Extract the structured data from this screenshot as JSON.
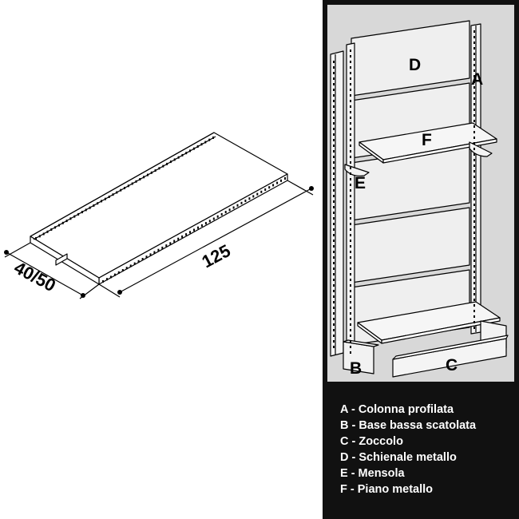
{
  "shelf": {
    "length_label": "125",
    "depth_label": "40/50"
  },
  "unit": {
    "label_a": "A",
    "label_b": "B",
    "label_c": "C",
    "label_d": "D",
    "label_e": "E",
    "label_f": "F"
  },
  "legend": [
    "A - Colonna profilata",
    "B - Base bassa scatolata",
    "C - Zoccolo",
    "D - Schienale metallo",
    "E - Mensola",
    "F - Piano metallo"
  ],
  "colors": {
    "panel_bg": "#111111",
    "unit_bg": "#d8d8d8",
    "line": "#000000",
    "legend_text": "#ffffff"
  }
}
